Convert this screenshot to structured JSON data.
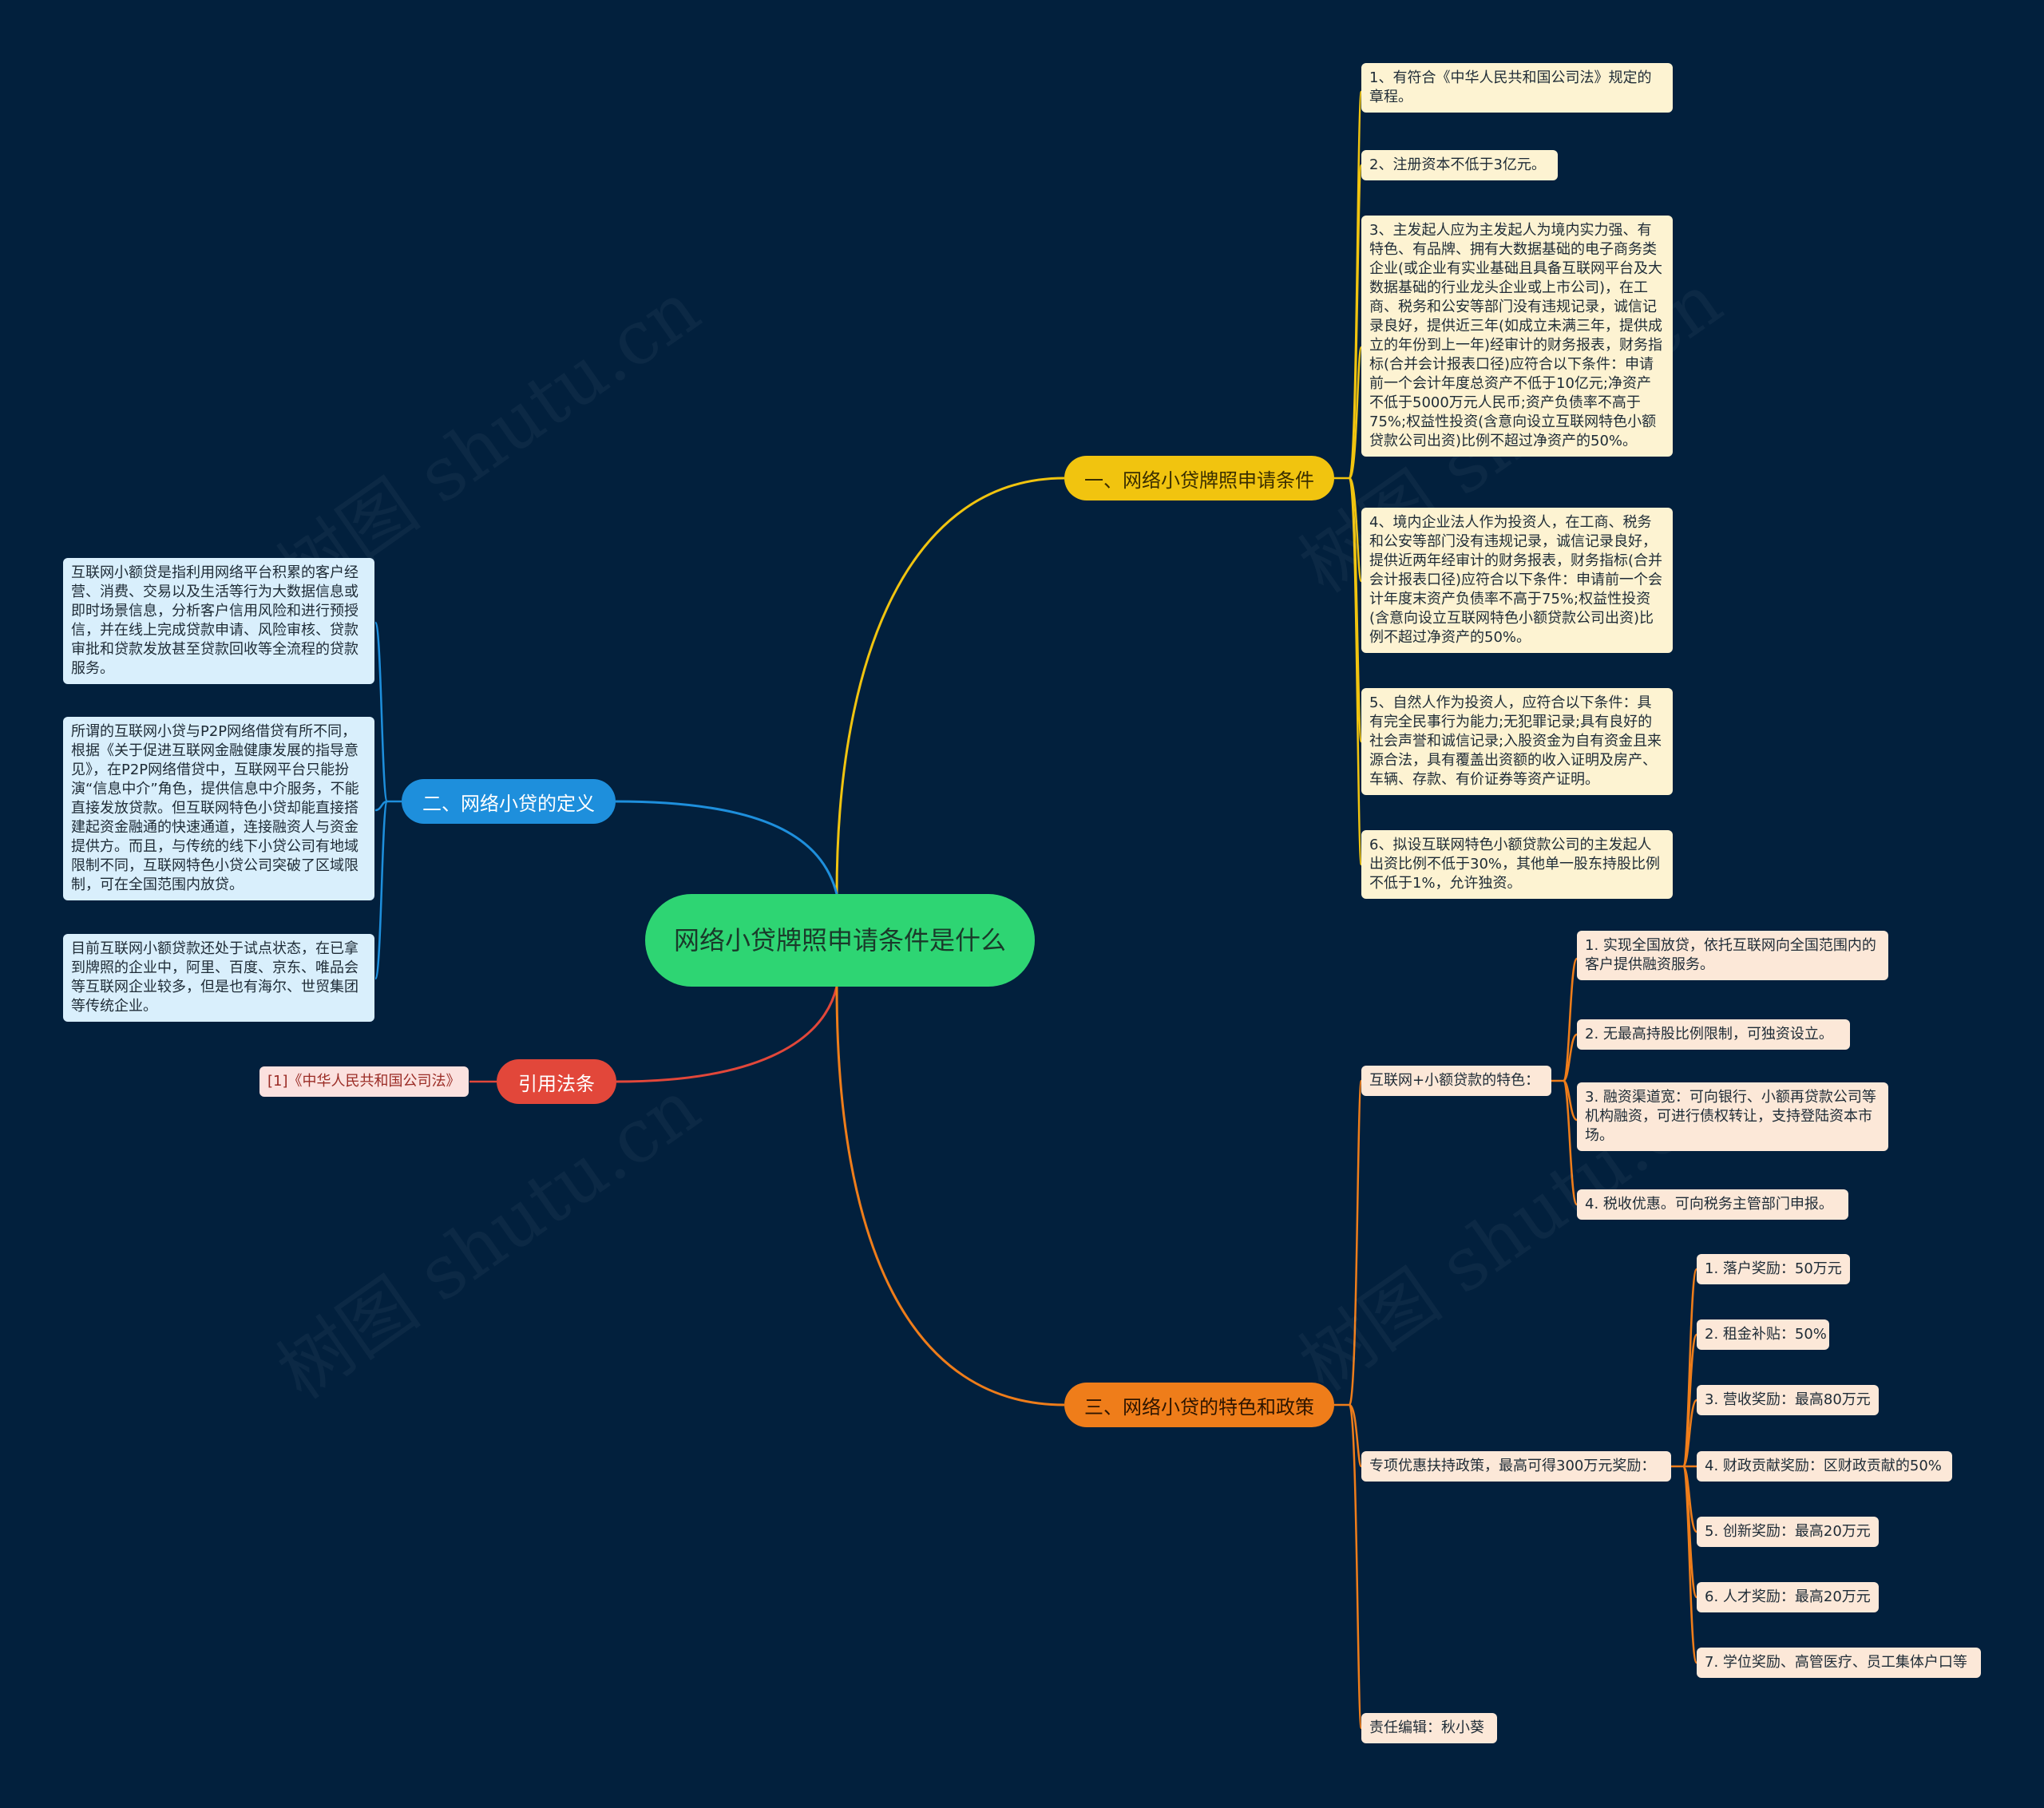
{
  "root": {
    "title": "网络小贷牌照申请条件是什么"
  },
  "branches": {
    "conditions": {
      "label": "一、网络小贷牌照申请条件",
      "items": [
        "1、有符合《中华人民共和国公司法》规定的章程。",
        "2、注册资本不低于3亿元。",
        "3、主发起人应为主发起人为境内实力强、有特色、有品牌、拥有大数据基础的电子商务类企业(或企业有实业基础且具备互联网平台及大数据基础的行业龙头企业或上市公司)，在工商、税务和公安等部门没有违规记录，诚信记录良好，提供近三年(如成立未满三年，提供成立的年份到上一年)经审计的财务报表，财务指标(合并会计报表口径)应符合以下条件：申请前一个会计年度总资产不低于10亿元;净资产不低于5000万元人民币;资产负债率不高于75%;权益性投资(含意向设立互联网特色小额贷款公司出资)比例不超过净资产的50%。",
        "4、境内企业法人作为投资人，在工商、税务和公安等部门没有违规记录，诚信记录良好，提供近两年经审计的财务报表，财务指标(合并会计报表口径)应符合以下条件：申请前一个会计年度末资产负债率不高于75%;权益性投资(含意向设立互联网特色小额贷款公司出资)比例不超过净资产的50%。",
        "5、自然人作为投资人，应符合以下条件：具有完全民事行为能力;无犯罪记录;具有良好的社会声誉和诚信记录;入股资金为自有资金且来源合法，具有覆盖出资额的收入证明及房产、车辆、存款、有价证券等资产证明。",
        "6、拟设互联网特色小额贷款公司的主发起人出资比例不低于30%，其他单一股东持股比例不低于1%，允许独资。"
      ]
    },
    "definition": {
      "label": "二、网络小贷的定义",
      "items": [
        "互联网小额贷是指利用网络平台积累的客户经营、消费、交易以及生活等行为大数据信息或即时场景信息，分析客户信用风险和进行预授信，并在线上完成贷款申请、风险审核、贷款审批和贷款发放甚至贷款回收等全流程的贷款服务。",
        "所谓的互联网小贷与P2P网络借贷有所不同，根据《关于促进互联网金融健康发展的指导意见》，在P2P网络借贷中，互联网平台只能扮演“信息中介”角色，提供信息中介服务，不能直接发放贷款。但互联网特色小贷却能直接搭建起资金融通的快速通道，连接融资人与资金提供方。而且，与传统的线下小贷公司有地域限制不同，互联网特色小贷公司突破了区域限制，可在全国范围内放贷。",
        "目前互联网小额贷款还处于试点状态，在已拿到牌照的企业中，阿里、百度、京东、唯品会等互联网企业较多，但是也有海尔、世贸集团等传统企业。"
      ]
    },
    "laws": {
      "label": "引用法条",
      "items": [
        "[1]《中华人民共和国公司法》"
      ]
    },
    "features": {
      "label": "三、网络小贷的特色和政策",
      "features_title": "互联网+小额贷款的特色：",
      "features_items": [
        "1. 实现全国放贷，依托互联网向全国范围内的客户提供融资服务。",
        "2. 无最高持股比例限制，可独资设立。",
        "3. 融资渠道宽：可向银行、小额再贷款公司等机构融资，可进行债权转让，支持登陆资本市场。",
        "4. 税收优惠。可向税务主管部门申报。"
      ],
      "policy_title": "专项优惠扶持政策，最高可得300万元奖励：",
      "policy_items": [
        "1. 落户奖励：50万元",
        "2. 租金补贴：50%",
        "3. 营收奖励：最高80万元",
        "4. 财政贡献奖励：区财政贡献的50%",
        "5. 创新奖励：最高20万元",
        "6. 人才奖励：最高20万元",
        "7. 学位奖励、高管医疗、员工集体户口等"
      ],
      "editor": "责任编辑：秋小葵"
    }
  },
  "watermark": "树图 shutu.cn",
  "colors": {
    "background": "#02203d",
    "root": "#2ed573",
    "yellow": "#f1c40f",
    "blue": "#1e8fdc",
    "red": "#e2473a",
    "orange": "#ef7d1a"
  }
}
